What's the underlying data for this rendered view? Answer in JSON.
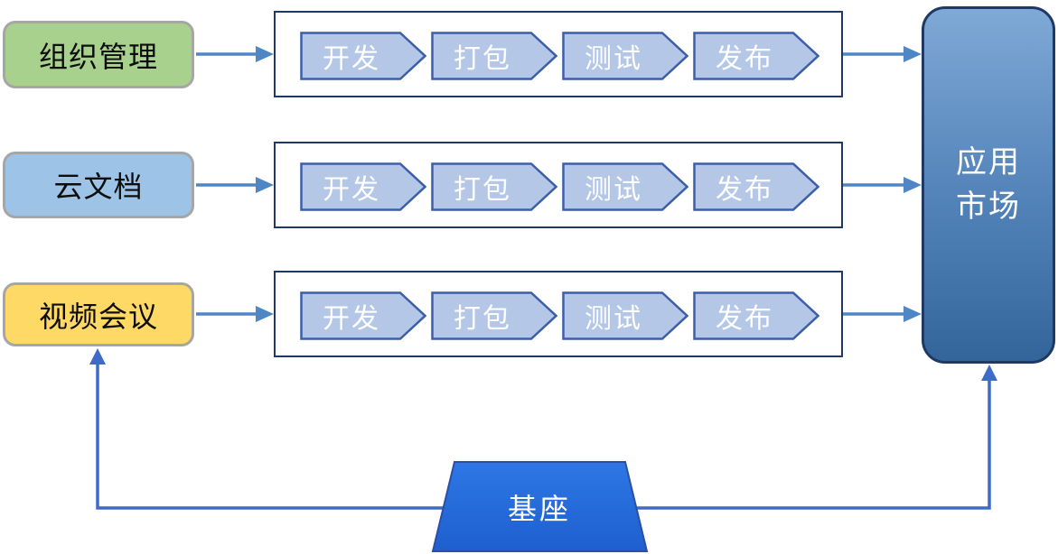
{
  "sources": [
    {
      "label": "组织管理",
      "fill": "#A9D18E"
    },
    {
      "label": "云文档",
      "fill": "#9DC3E6"
    },
    {
      "label": "视频会议",
      "fill": "#FFD966"
    }
  ],
  "pipeline": {
    "stages": [
      "开发",
      "打包",
      "测试",
      "发布"
    ]
  },
  "market": {
    "lines": [
      "应用",
      "市场"
    ]
  },
  "base": {
    "label": "基座"
  },
  "colors": {
    "source_border": "#A6A6A6",
    "container_border": "#1F3864",
    "chevron_fill": "#B4C7E7",
    "chevron_border": "#3C5FA9",
    "market_gradient_top": "#7FA9D6",
    "market_gradient_bottom": "#33659B",
    "base_fill_top": "#2E77E6",
    "base_fill_bottom": "#1E5FCE",
    "arrow_color": "#4E86C6",
    "base_connector_color": "#3E6BC9",
    "background": "#FFFFFF"
  }
}
